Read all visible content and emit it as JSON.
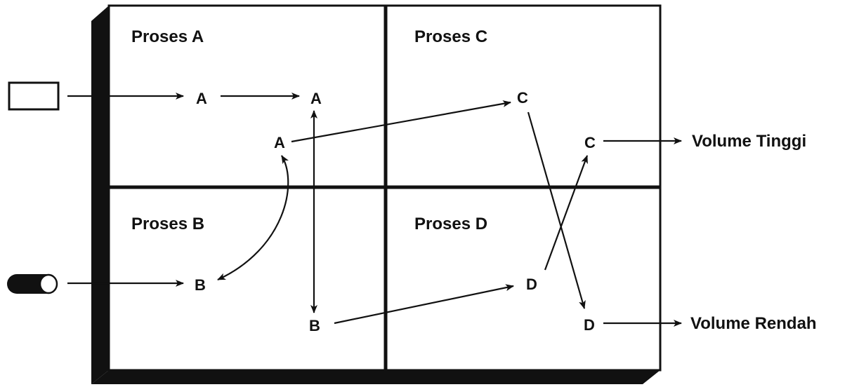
{
  "quadrants": {
    "a": {
      "title": "Proses A"
    },
    "b": {
      "title": "Proses B"
    },
    "c": {
      "title": "Proses C"
    },
    "d": {
      "title": "Proses D"
    }
  },
  "nodes": {
    "a1": "A",
    "a2": "A",
    "a3": "A",
    "b1": "B",
    "b2": "B",
    "c1": "C",
    "c2": "C",
    "d1": "D",
    "d2": "D"
  },
  "outputs": {
    "high": "Volume Tinggi",
    "low": "Volume Rendah"
  },
  "inputs": {
    "top": "rectangle-part-icon",
    "bottom": "cylinder-part-icon"
  },
  "colors": {
    "ink": "#111111",
    "background": "#ffffff"
  }
}
